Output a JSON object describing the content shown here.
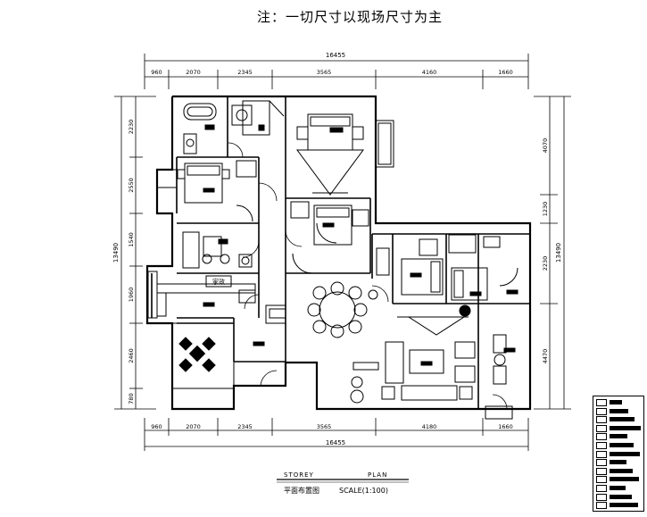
{
  "header": {
    "note": "注：一切尺寸以现场尺寸为主"
  },
  "dimensions": {
    "top_total": "16455",
    "top_segments": [
      "960",
      "2070",
      "2345",
      "3565",
      "4160",
      "1660"
    ],
    "bottom_total": "16455",
    "bottom_segments": [
      "960",
      "2070",
      "2345",
      "3565",
      "4180",
      "1660"
    ],
    "left_total": "13490",
    "left_segments": [
      "2230",
      "2550",
      "1540",
      "1960",
      "2460",
      "780"
    ],
    "right_total": "13490",
    "right_segments": [
      "4070",
      "1230",
      "2230",
      "4470"
    ]
  },
  "title_block": {
    "storey": "STOREY",
    "plan": "PLAN",
    "chinese": "平面布置图",
    "scale": "SCALE(1:100)"
  },
  "room_tags": {
    "laundry": "家政"
  },
  "legend": {
    "rows": 13
  }
}
